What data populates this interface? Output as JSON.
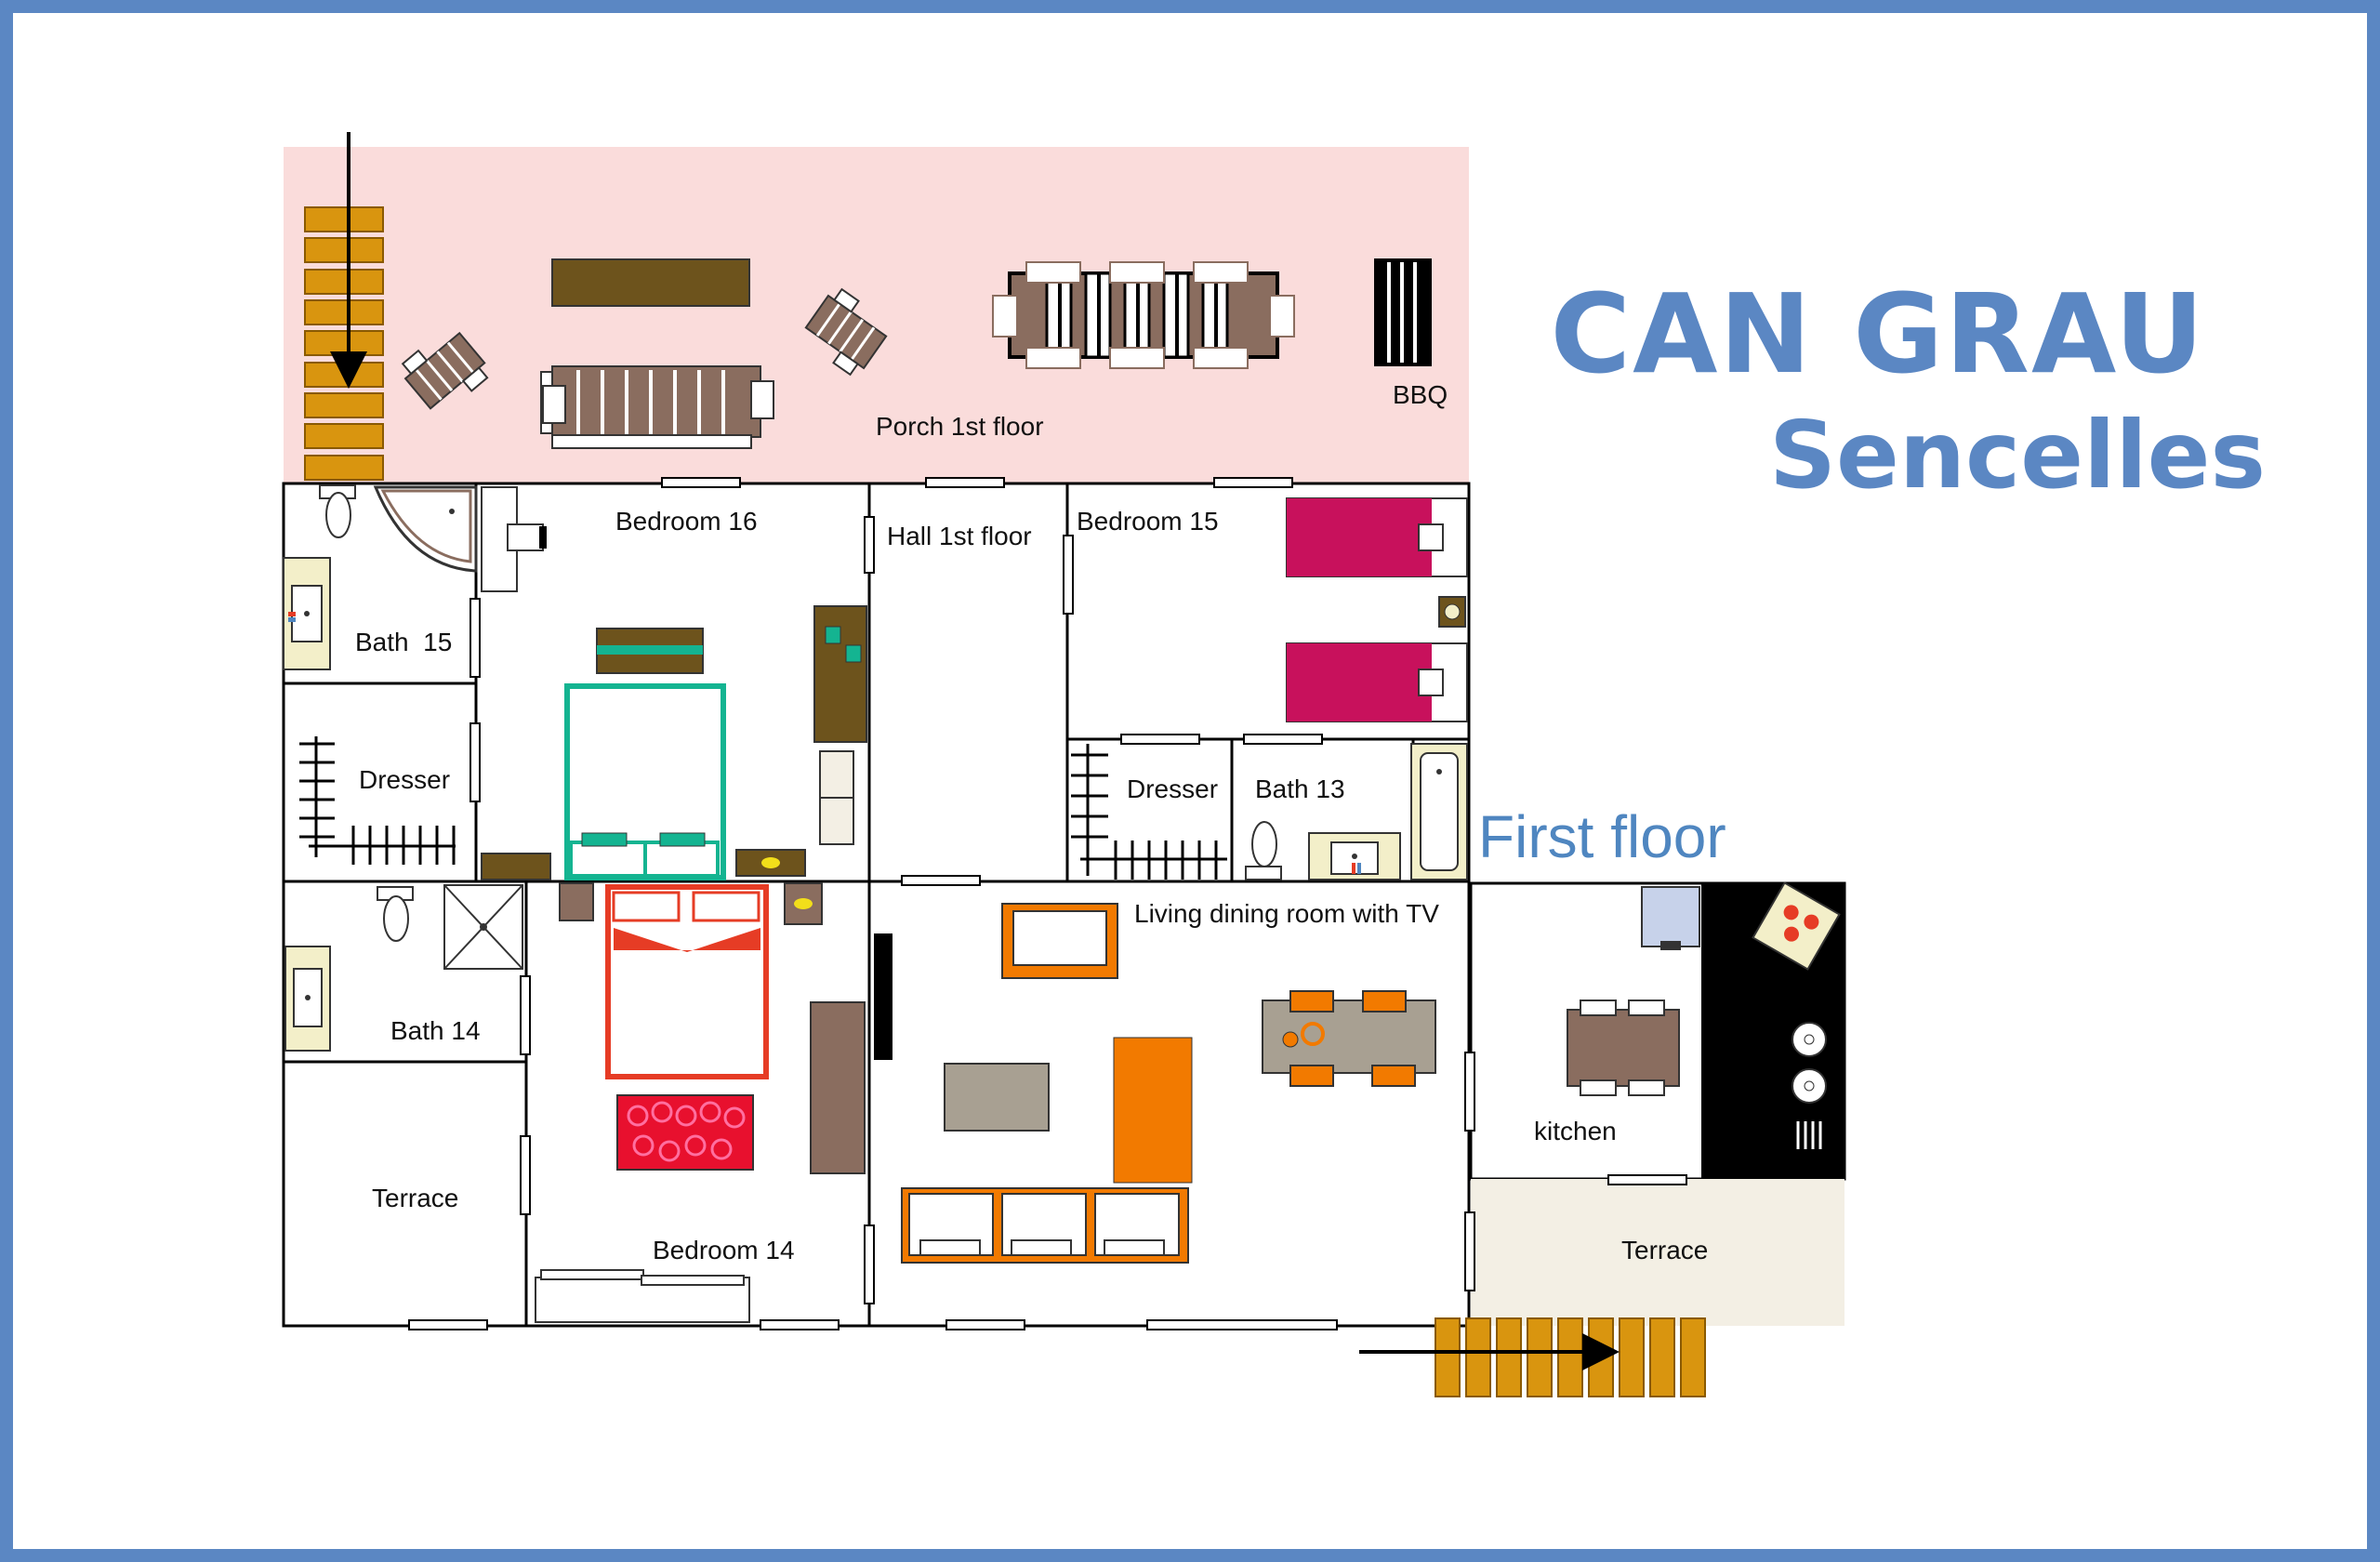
{
  "header": {
    "title": "CAN GRAU",
    "subtitle": "Sencelles"
  },
  "floor_label": "First floor",
  "rooms": {
    "porch": "Porch 1st floor",
    "bbq": "BBQ",
    "bedroom16": "Bedroom 16",
    "hall": "Hall 1st floor",
    "bedroom15": "Bedroom 15",
    "bath15": "Bath  15",
    "dresser_left": "Dresser",
    "dresser_right": "Dresser",
    "bath13": "Bath 13",
    "bath14": "Bath 14",
    "living": "Living dining room with TV",
    "kitchen": "kitchen",
    "terrace_left": "Terrace",
    "terrace_right": "Terrace",
    "bedroom14": "Bedroom 14"
  },
  "colors": {
    "porch": "#fadcdb",
    "stairs": "#d9950f",
    "title_blue": "#5b87c3",
    "wood": "#6d531c",
    "table_brown": "#8a6d5f",
    "magenta_bed": "#c8115c",
    "teal_bed": "#14b491",
    "red_bed": "#e63c25",
    "orange": "#f27a00",
    "terrace_cream": "#f3efe4"
  }
}
